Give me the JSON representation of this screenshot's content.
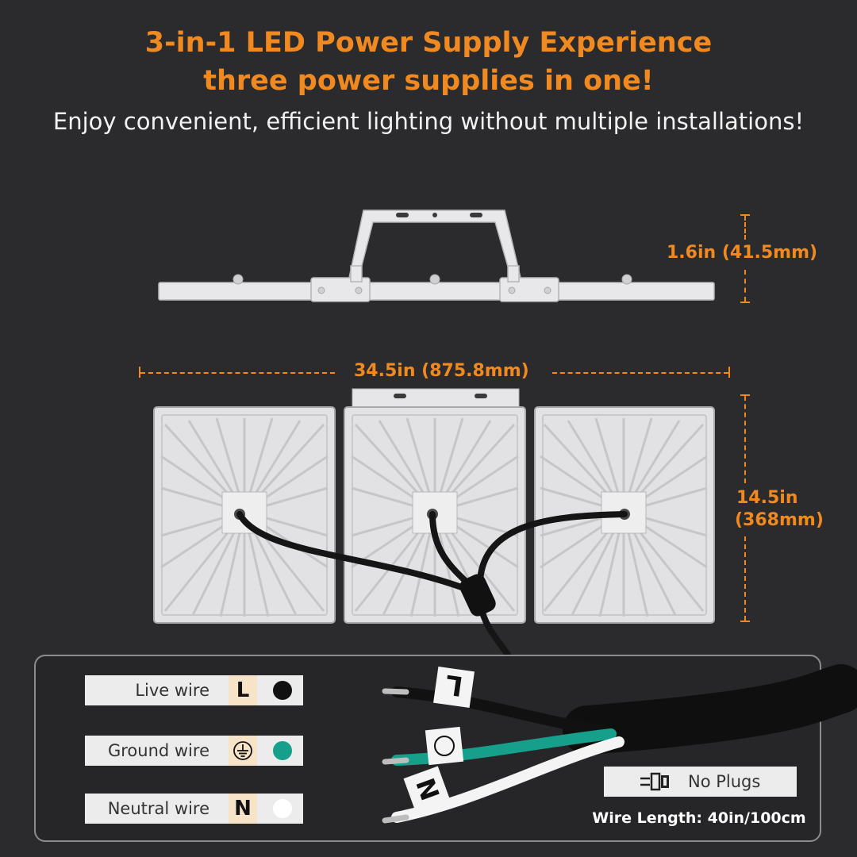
{
  "header": {
    "title_line1": "3-in-1 LED Power Supply Experience",
    "title_line2": "three power supplies in one!",
    "subtitle": "Enjoy convenient, efficient lighting without multiple installations!"
  },
  "dimensions": {
    "depth": "1.6in (41.5mm)",
    "width": "34.5in (875.8mm)",
    "height_line1": "14.5in",
    "height_line2": "(368mm)"
  },
  "wires": {
    "live": {
      "label": "Live wire",
      "code": "L",
      "color": "#111111"
    },
    "ground": {
      "label": "Ground wire",
      "code": "ground-symbol",
      "color": "#16a08c"
    },
    "neutral": {
      "label": "Neutral wire",
      "code": "N",
      "color": "#ffffff"
    }
  },
  "no_plugs": {
    "label": "No Plugs",
    "icon": "plug-icon"
  },
  "wire_length": "Wire Length: 40in/100cm",
  "colors": {
    "accent": "#f08a20",
    "background": "#2b2b2d"
  }
}
